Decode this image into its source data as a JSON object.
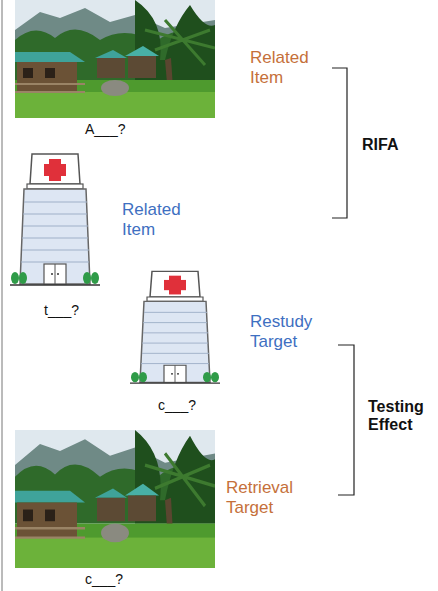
{
  "diagram": {
    "labels": [
      "Related Item",
      "A___?",
      "RIFA",
      "Related Item",
      "t___?",
      "Restudy Target",
      "c___?",
      "Testing Effect",
      "Retrieval Target",
      "c___?"
    ]
  }
}
